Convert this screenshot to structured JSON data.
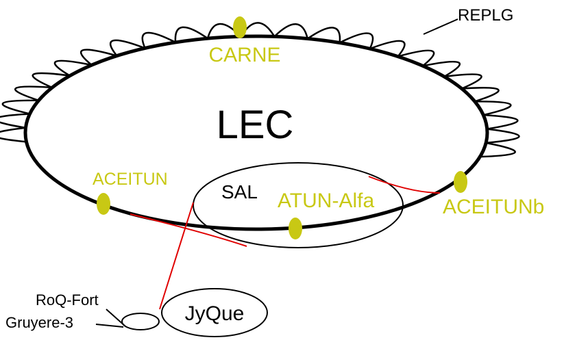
{
  "colors": {
    "accent": "#c8c814",
    "line": "#000000",
    "link": "#e00000"
  },
  "nodes": {
    "main": "LEC",
    "replg": "REPLG",
    "carne": "CARNE",
    "aceitun": "ACEITUN",
    "aceitunb": "ACEITUNb",
    "atun": "ATUN-Alfa",
    "sal": "SAL",
    "jyque": "JyQue",
    "roqfort": "RoQ-Fort",
    "gruyere": "Gruyere-3"
  }
}
